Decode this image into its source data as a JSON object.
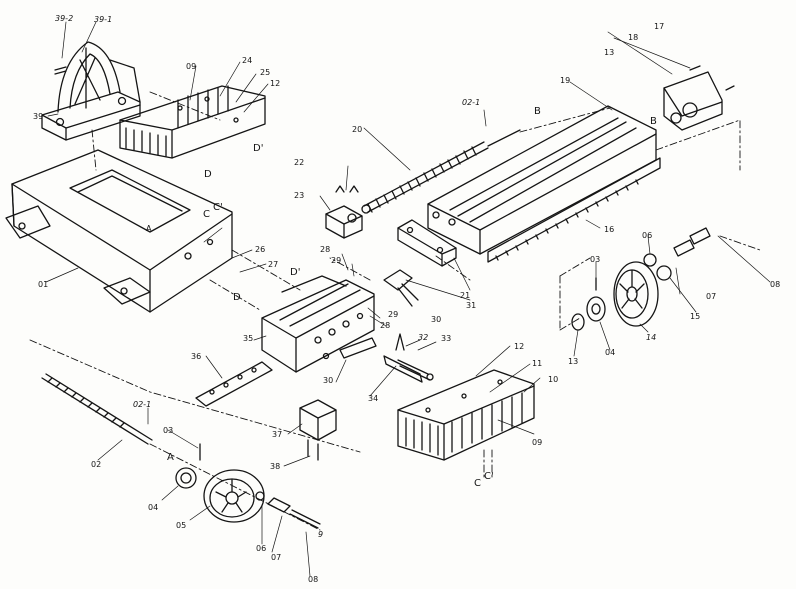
{
  "diagram": {
    "labels": [
      {
        "id": "l-39-2",
        "text": "39-2"
      },
      {
        "id": "l-39-1",
        "text": "39-1"
      },
      {
        "id": "l-39",
        "text": "39"
      },
      {
        "id": "l-09-top",
        "text": "09"
      },
      {
        "id": "l-24",
        "text": "24"
      },
      {
        "id": "l-25",
        "text": "25"
      },
      {
        "id": "l-12-top",
        "text": "12"
      },
      {
        "id": "l-D-top",
        "text": "D"
      },
      {
        "id": "l-Dp-top",
        "text": "D'"
      },
      {
        "id": "l-01",
        "text": "01"
      },
      {
        "id": "l-A-base",
        "text": "A"
      },
      {
        "id": "l-C-top",
        "text": "C"
      },
      {
        "id": "l-Cp-top",
        "text": "C'"
      },
      {
        "id": "l-26",
        "text": "26"
      },
      {
        "id": "l-27",
        "text": "27"
      },
      {
        "id": "l-D-mid",
        "text": "D"
      },
      {
        "id": "l-Dp-mid",
        "text": "D'"
      },
      {
        "id": "l-35",
        "text": "35"
      },
      {
        "id": "l-36",
        "text": "36"
      },
      {
        "id": "l-37",
        "text": "37"
      },
      {
        "id": "l-38",
        "text": "38"
      },
      {
        "id": "l-20",
        "text": "20"
      },
      {
        "id": "l-02-1-top",
        "text": "02-1"
      },
      {
        "id": "l-B-top",
        "text": "B"
      },
      {
        "id": "l-19",
        "text": "19"
      },
      {
        "id": "l-13-top",
        "text": "13"
      },
      {
        "id": "l-18",
        "text": "18"
      },
      {
        "id": "l-17",
        "text": "17"
      },
      {
        "id": "l-B-right",
        "text": "B"
      },
      {
        "id": "l-22",
        "text": "22"
      },
      {
        "id": "l-23",
        "text": "23"
      },
      {
        "id": "l-28-a",
        "text": "28"
      },
      {
        "id": "l-29-a",
        "text": "29"
      },
      {
        "id": "l-16",
        "text": "16"
      },
      {
        "id": "l-21",
        "text": "21"
      },
      {
        "id": "l-31",
        "text": "31"
      },
      {
        "id": "l-30-a",
        "text": "30"
      },
      {
        "id": "l-29-b",
        "text": "29"
      },
      {
        "id": "l-28-b",
        "text": "28"
      },
      {
        "id": "l-32",
        "text": "32"
      },
      {
        "id": "l-33",
        "text": "33"
      },
      {
        "id": "l-30-b",
        "text": "30"
      },
      {
        "id": "l-34",
        "text": "34"
      },
      {
        "id": "l-12-bot",
        "text": "12"
      },
      {
        "id": "l-11",
        "text": "11"
      },
      {
        "id": "l-10",
        "text": "10"
      },
      {
        "id": "l-09-bot",
        "text": "09"
      },
      {
        "id": "l-C-bot",
        "text": "C"
      },
      {
        "id": "l-Cp-bot",
        "text": "C'"
      },
      {
        "id": "l-06-right",
        "text": "06"
      },
      {
        "id": "l-03-right",
        "text": "03"
      },
      {
        "id": "l-08-right",
        "text": "08"
      },
      {
        "id": "l-07-right",
        "text": "07"
      },
      {
        "id": "l-15",
        "text": "15"
      },
      {
        "id": "l-14",
        "text": "14"
      },
      {
        "id": "l-04-right",
        "text": "04"
      },
      {
        "id": "l-13-right",
        "text": "13"
      },
      {
        "id": "l-02",
        "text": "02"
      },
      {
        "id": "l-02-1-bot",
        "text": "02-1"
      },
      {
        "id": "l-03-bot",
        "text": "03"
      },
      {
        "id": "l-A-bot",
        "text": "A"
      },
      {
        "id": "l-04-bot",
        "text": "04"
      },
      {
        "id": "l-05",
        "text": "05"
      },
      {
        "id": "l-06-bot",
        "text": "06"
      },
      {
        "id": "l-07-bot",
        "text": "07"
      },
      {
        "id": "l-08-bot",
        "text": "08"
      },
      {
        "id": "l-9-bot",
        "text": "9"
      }
    ]
  }
}
